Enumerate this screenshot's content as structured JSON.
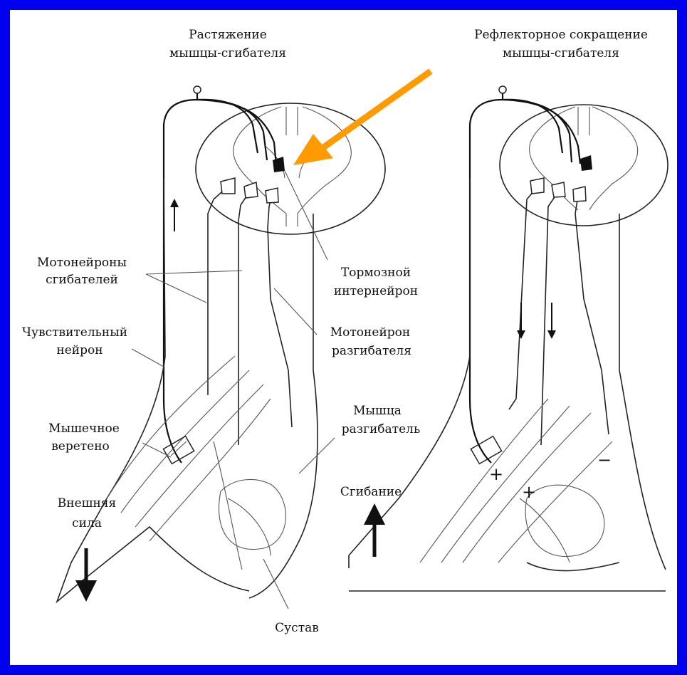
{
  "colors": {
    "background": "#0000ee",
    "panel": "#ffffff",
    "highlight_arrow": "#ff9a00"
  },
  "left": {
    "title_line1": "Растяжение",
    "title_line2": "мышцы-сгибателя"
  },
  "right": {
    "title_line1": "Рефлекторное сокращение",
    "title_line2": "мышцы-сгибателя"
  },
  "labels": {
    "motoneurons_flexors_1": "Мотонейроны",
    "motoneurons_flexors_2": "сгибателей",
    "sensory_neuron_1": "Чувствительный",
    "sensory_neuron_2": "нейрон",
    "muscle_spindle_1": "Мышечное",
    "muscle_spindle_2": "веретено",
    "external_force_1": "Внешняя",
    "external_force_2": "сила",
    "inhibitory_interneuron_1": "Тормозной",
    "inhibitory_interneuron_2": "интернейрон",
    "motoneuron_extensor_1": "Мотонейрон",
    "motoneuron_extensor_2": "разгибателя",
    "extensor_muscle_1": "Мышца",
    "extensor_muscle_2": "разгибатель",
    "flexion": "Сгибание",
    "joint": "Сустав",
    "plus": "+",
    "minus": "−"
  }
}
